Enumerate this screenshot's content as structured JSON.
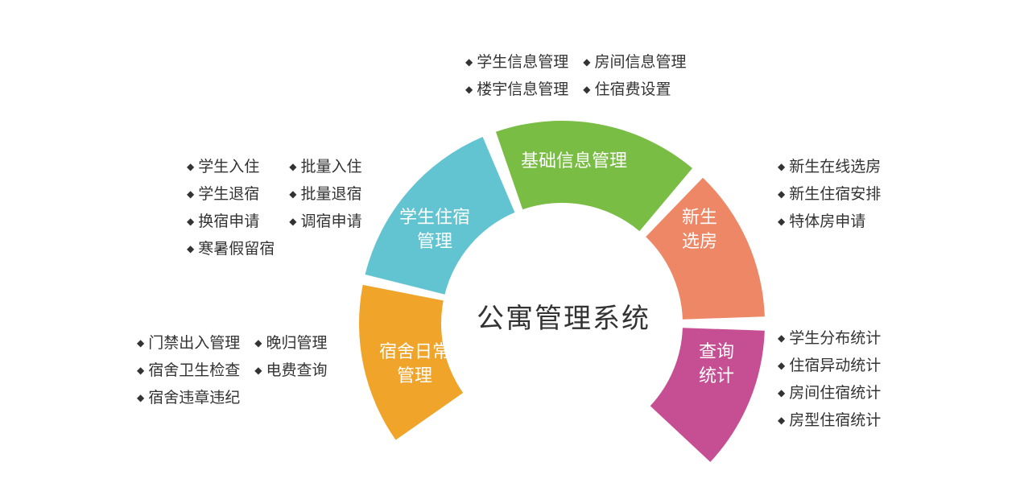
{
  "title": "公寓管理系统",
  "segments": [
    {
      "id": "dorm-daily",
      "line1": "宿舍日常",
      "line2": "管理",
      "color": "#F0A42A"
    },
    {
      "id": "student-housing",
      "line1": "学生住宿",
      "line2": "管理",
      "color": "#62C4D1"
    },
    {
      "id": "basic-info",
      "line1": "基础信息管理",
      "line2": "",
      "color": "#79BD45"
    },
    {
      "id": "new-student",
      "line1": "新生",
      "line2": "选房",
      "color": "#EE8766"
    },
    {
      "id": "query-stats",
      "line1": "查询",
      "line2": "统计",
      "color": "#C64F93"
    }
  ],
  "lists": {
    "basic_info": [
      "学生信息管理",
      "房间信息管理",
      "楼宇信息管理",
      "住宿费设置"
    ],
    "student_housing": [
      "学生入住",
      "批量入住",
      "学生退宿",
      "批量退宿",
      "换宿申请",
      "调宿申请",
      "寒暑假留宿"
    ],
    "new_student": [
      "新生在线选房",
      "新生住宿安排",
      "特体房申请"
    ],
    "dorm_daily": [
      "门禁出入管理",
      "晚归管理",
      "宿舍卫生检查",
      "电费查询",
      "宿舍违章违纪"
    ],
    "query_stats": [
      "学生分布统计",
      "住宿异动统计",
      "房间住宿统计",
      "房型住宿统计"
    ]
  }
}
